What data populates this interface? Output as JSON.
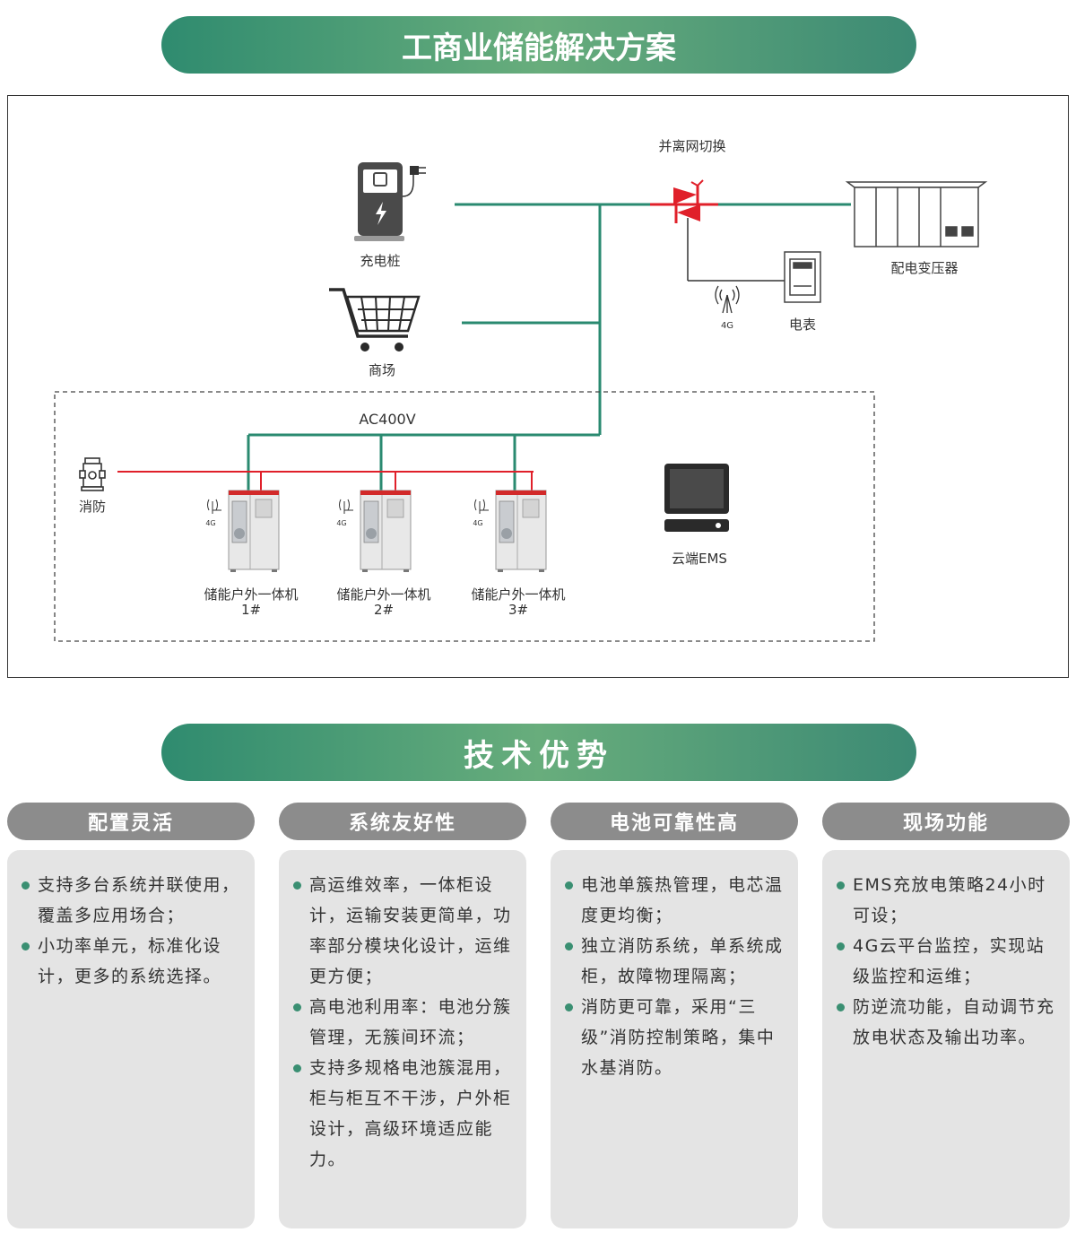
{
  "title": "工商业储能解决方案",
  "diagram": {
    "charging_pile": "充电桩",
    "mall": "商场",
    "switch": "并离网切换",
    "transformer": "配电变压器",
    "meter": "电表",
    "signal_4g": "4G",
    "ac_voltage": "AC400V",
    "fire": "消防",
    "ems": "云端EMS",
    "cabinets": [
      {
        "name": "储能户外一体机",
        "num": "1#"
      },
      {
        "name": "储能户外一体机",
        "num": "2#"
      },
      {
        "name": "储能户外一体机",
        "num": "3#"
      }
    ]
  },
  "advantages_title": "技术优势",
  "columns": [
    {
      "title": "配置灵活",
      "items": [
        "支持多台系统并联使用，覆盖多应用场合；",
        "小功率单元，标准化设计，更多的系统选择。"
      ]
    },
    {
      "title": "系统友好性",
      "items": [
        "高运维效率，一体柜设计，运输安装更简单，功率部分模块化设计，运维更方便；",
        "高电池利用率：电池分簇管理，无簇间环流；",
        "支持多规格电池簇混用，柜与柜互不干涉，户外柜设计，高级环境适应能力。"
      ]
    },
    {
      "title": "电池可靠性高",
      "items": [
        "电池单簇热管理，电芯温度更均衡；",
        "独立消防系统，单系统成柜，故障物理隔离；",
        "消防更可靠，采用“三级”消防控制策略，集中水基消防。"
      ]
    },
    {
      "title": "现场功能",
      "items": [
        "EMS充放电策略24小时可设；",
        "4G云平台监控，实现站级监控和运维；",
        "防逆流功能，自动调节充放电状态及输出功率。"
      ]
    }
  ],
  "colors": {
    "green": "#2f8b6f",
    "red": "#e0202a",
    "line_green": "#2a8a70",
    "gray": "#8c8c8c"
  }
}
